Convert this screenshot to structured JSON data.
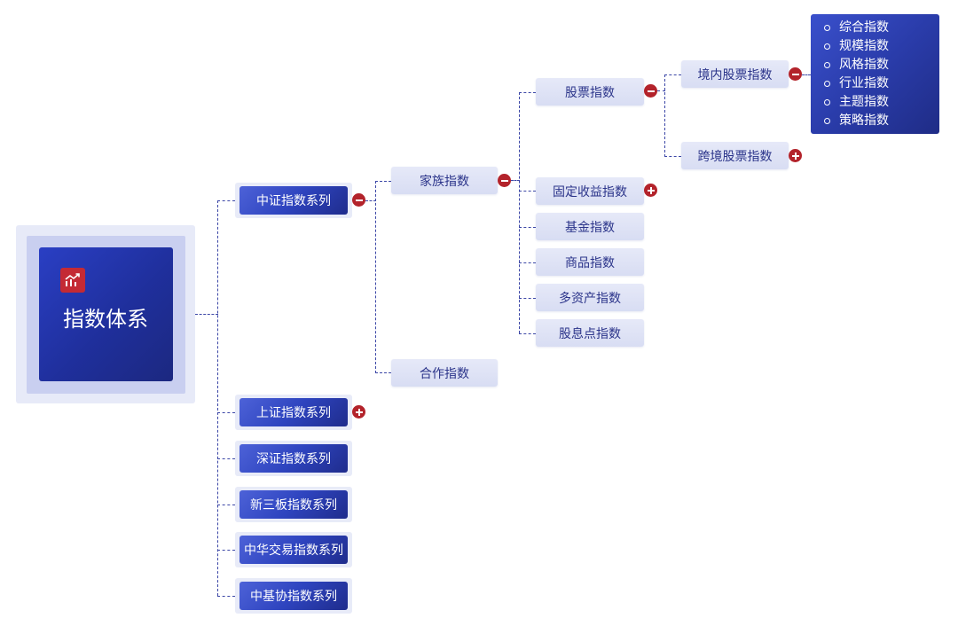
{
  "root": {
    "title": "指数体系",
    "icon": "chart-trend-icon"
  },
  "series": [
    {
      "label": "中证指数系列",
      "toggle": "collapse"
    },
    {
      "label": "上证指数系列",
      "toggle": "expand"
    },
    {
      "label": "深证指数系列"
    },
    {
      "label": "新三板指数系列"
    },
    {
      "label": "中华交易指数系列"
    },
    {
      "label": "中基协指数系列"
    }
  ],
  "csi_children": [
    {
      "label": "家族指数",
      "toggle": "collapse"
    },
    {
      "label": "合作指数"
    }
  ],
  "family_children": [
    {
      "label": "股票指数",
      "toggle": "collapse"
    },
    {
      "label": "固定收益指数",
      "toggle": "expand"
    },
    {
      "label": "基金指数"
    },
    {
      "label": "商品指数"
    },
    {
      "label": "多资产指数"
    },
    {
      "label": "股息点指数"
    }
  ],
  "stock_children": [
    {
      "label": "境内股票指数",
      "toggle": "collapse"
    },
    {
      "label": "跨境股票指数",
      "toggle": "expand"
    }
  ],
  "domestic_list": [
    "综合指数",
    "规模指数",
    "风格指数",
    "行业指数",
    "主题指数",
    "策略指数"
  ],
  "colors": {
    "accent_dark": "#1f2c8c",
    "accent_light": "#e6e9f8",
    "toggle_red": "#b3232b",
    "connector": "#3b46a6"
  }
}
